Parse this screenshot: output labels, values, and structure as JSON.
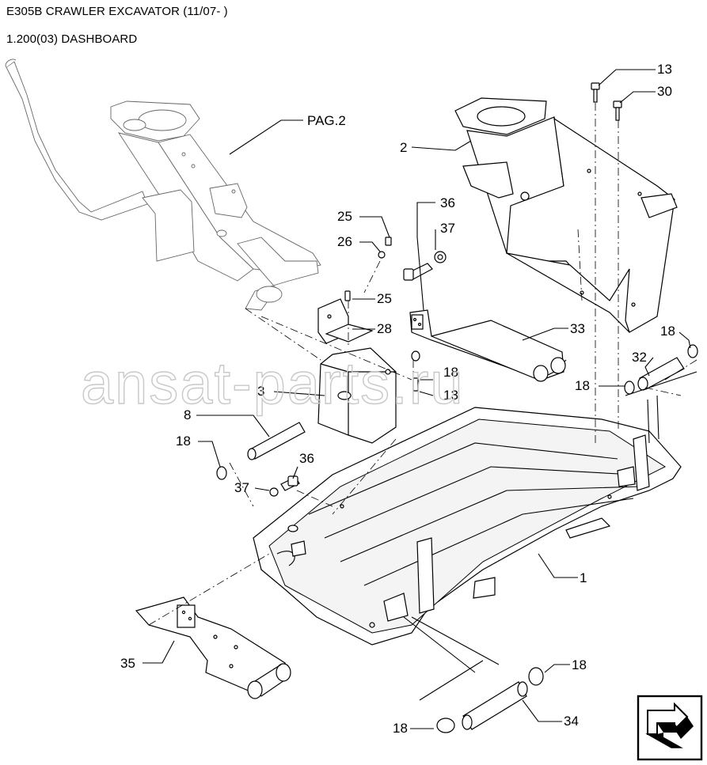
{
  "header": {
    "title": "E305B CRAWLER EXCAVATOR (11/07- )",
    "subtitle": "1.200(03) DASHBOARD"
  },
  "watermark": "ansat-parts.ru",
  "callouts": {
    "pag2": "PAG.2",
    "c13a": "13",
    "c30": "30",
    "c2": "2",
    "c25a": "25",
    "c26": "26",
    "c36a": "36",
    "c37a": "37",
    "c25b": "25",
    "c28": "28",
    "c33": "33",
    "c18a": "18",
    "c32": "32",
    "c18b": "18",
    "c18c": "18",
    "c13b": "13",
    "c3": "3",
    "c8": "8",
    "c18d": "18",
    "c36b": "36",
    "c37b": "37",
    "c1": "1",
    "c35": "35",
    "c18e": "18",
    "c18f": "18",
    "c34": "34"
  },
  "colors": {
    "ink": "#000000",
    "watermark": "#c8c8c8",
    "paper": "#ffffff"
  },
  "nav": {
    "icon": "next-page-arrow-icon"
  }
}
